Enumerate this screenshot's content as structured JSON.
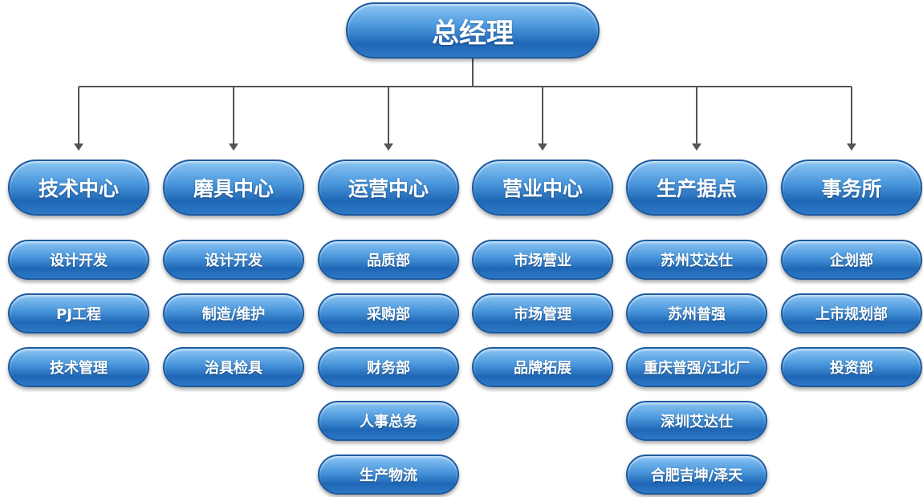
{
  "chart_data": {
    "type": "org-chart",
    "root": "总经理",
    "departments": [
      {
        "name": "技术中心",
        "children": [
          "设计开发",
          "PJ工程",
          "技术管理"
        ]
      },
      {
        "name": "磨具中心",
        "children": [
          "设计开发",
          "制造/维护",
          "治具检具"
        ]
      },
      {
        "name": "运营中心",
        "children": [
          "品质部",
          "采购部",
          "财务部",
          "人事总务",
          "生产物流"
        ]
      },
      {
        "name": "营业中心",
        "children": [
          "市场营业",
          "市场管理",
          "品牌拓展"
        ]
      },
      {
        "name": "生产据点",
        "children": [
          "苏州艾达仕",
          "苏州普强",
          "重庆普强/江北厂",
          "深圳艾达仕",
          "合肥吉坤/泽天"
        ]
      },
      {
        "name": "事务所",
        "children": [
          "企划部",
          "上市规划部",
          "投资部"
        ]
      }
    ]
  },
  "colors": {
    "pill_top": "#8cc5f3",
    "pill_mid": "#4a97dc",
    "pill_bottom": "#1f67b6",
    "pill_border": "#1d5a9e",
    "connector": "#555555"
  }
}
